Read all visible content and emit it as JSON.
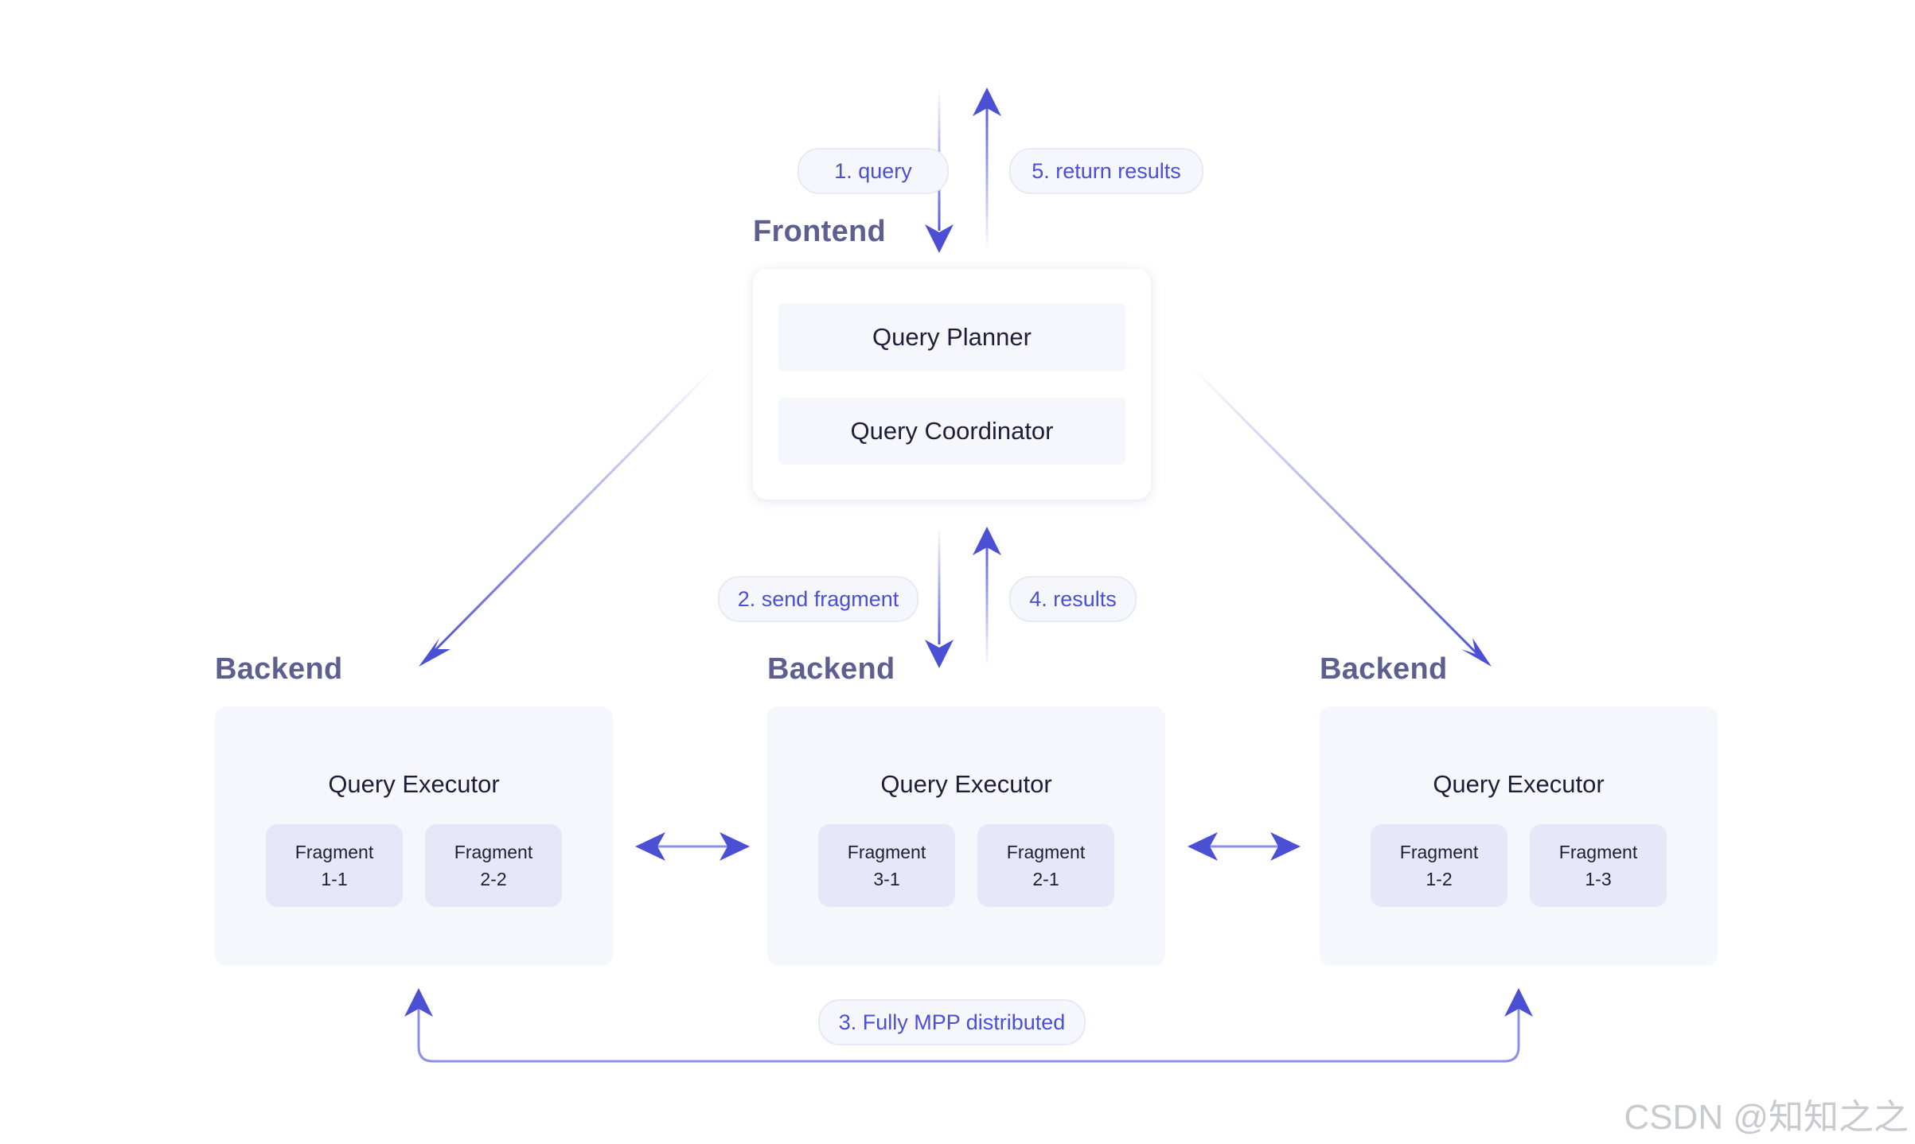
{
  "colors": {
    "accent": "#4a4fd4",
    "title": "#5c5f8f",
    "card_bg": "#f6f7fd",
    "fragment_bg": "#e6e8fa"
  },
  "labels": {
    "step1": "1. query",
    "step2": "2. send fragment",
    "step3": "3. Fully MPP distributed",
    "step4": "4. results",
    "step5": "5. return results"
  },
  "frontend": {
    "title": "Frontend",
    "planner": "Query Planner",
    "coordinator": "Query Coordinator"
  },
  "backends": [
    {
      "title": "Backend",
      "executor": "Query Executor",
      "fragments": [
        {
          "line1": "Fragment",
          "line2": "1-1"
        },
        {
          "line1": "Fragment",
          "line2": "2-2"
        }
      ]
    },
    {
      "title": "Backend",
      "executor": "Query Executor",
      "fragments": [
        {
          "line1": "Fragment",
          "line2": "3-1"
        },
        {
          "line1": "Fragment",
          "line2": "2-1"
        }
      ]
    },
    {
      "title": "Backend",
      "executor": "Query Executor",
      "fragments": [
        {
          "line1": "Fragment",
          "line2": "1-2"
        },
        {
          "line1": "Fragment",
          "line2": "1-3"
        }
      ]
    }
  ],
  "watermark": "CSDN @知知之之"
}
